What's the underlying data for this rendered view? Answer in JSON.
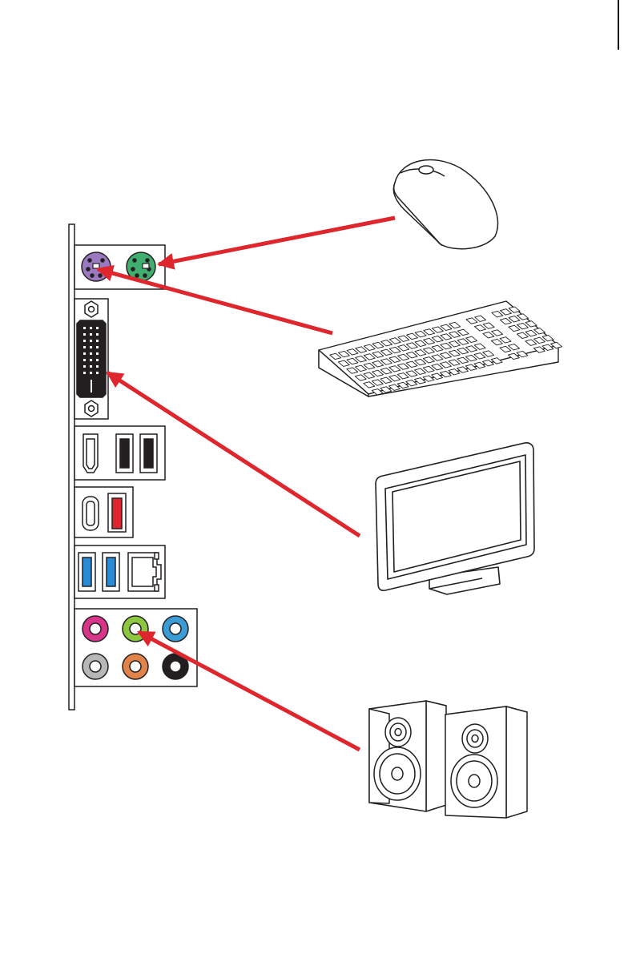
{
  "figure": {
    "colors": {
      "arrow": "#e0262d",
      "outline": "#231f20",
      "ps2_mouse": "#3fae6e",
      "ps2_keyboard": "#9b79c1",
      "usb_blue": "#2a8bd4",
      "usb_red": "#e0262d",
      "audio_pink": "#d8348a",
      "audio_lime": "#8dc63f",
      "audio_blue": "#3a9bd5",
      "audio_gray": "#b7b7b7",
      "audio_orange": "#e2834a",
      "audio_black": "#231f20"
    },
    "rear_panel": {
      "ports": [
        "ps2-keyboard-port",
        "ps2-mouse-port",
        "dvi-port",
        "hdmi-port",
        "usb2-ports",
        "usb-c-port",
        "usb-red-port",
        "usb3-ports",
        "lan-port",
        "audio-jacks"
      ]
    },
    "devices": [
      "mouse",
      "keyboard",
      "monitor",
      "speakers"
    ],
    "connections": [
      {
        "from": "mouse",
        "to": "ps2-mouse-port"
      },
      {
        "from": "keyboard",
        "to": "ps2-keyboard-port"
      },
      {
        "from": "monitor",
        "to": "dvi-port"
      },
      {
        "from": "speakers",
        "to": "line-out-jack"
      }
    ]
  }
}
